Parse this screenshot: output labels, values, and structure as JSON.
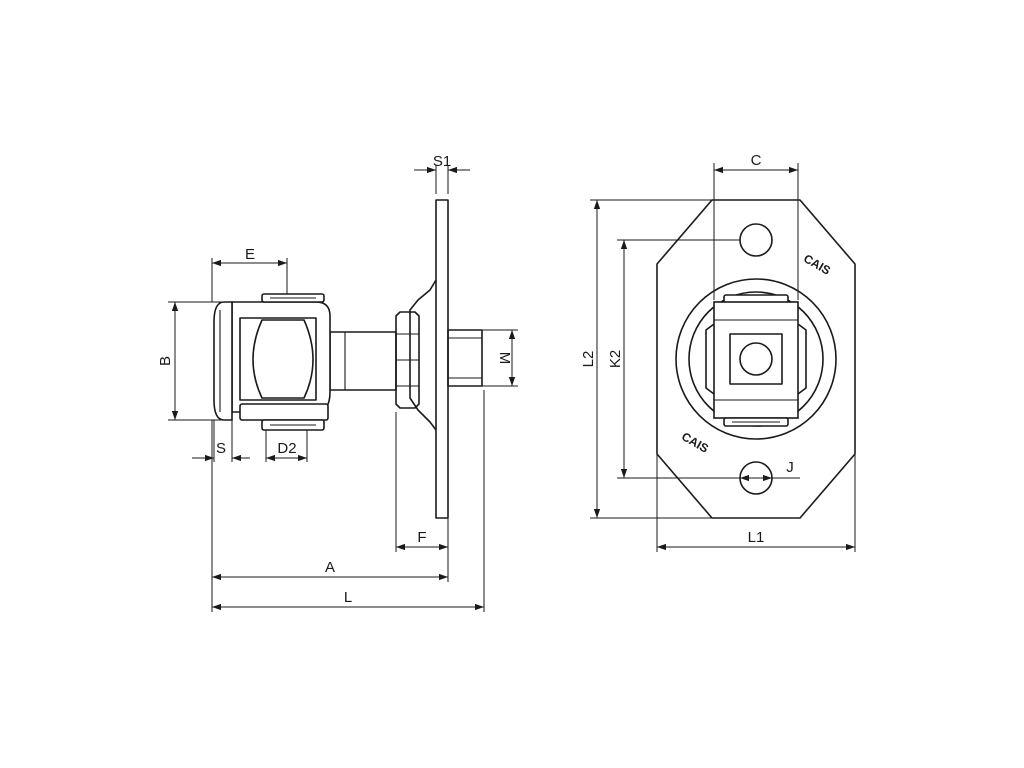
{
  "labels": {
    "s1": "S1",
    "e": "E",
    "b": "B",
    "m": "M",
    "s": "S",
    "d2": "D2",
    "f": "F",
    "a": "A",
    "l": "L",
    "c": "C",
    "l2": "L2",
    "k2": "K2",
    "j": "J",
    "l1": "L1"
  },
  "brand": {
    "top": "CAIS",
    "bottom": "CAIS"
  }
}
